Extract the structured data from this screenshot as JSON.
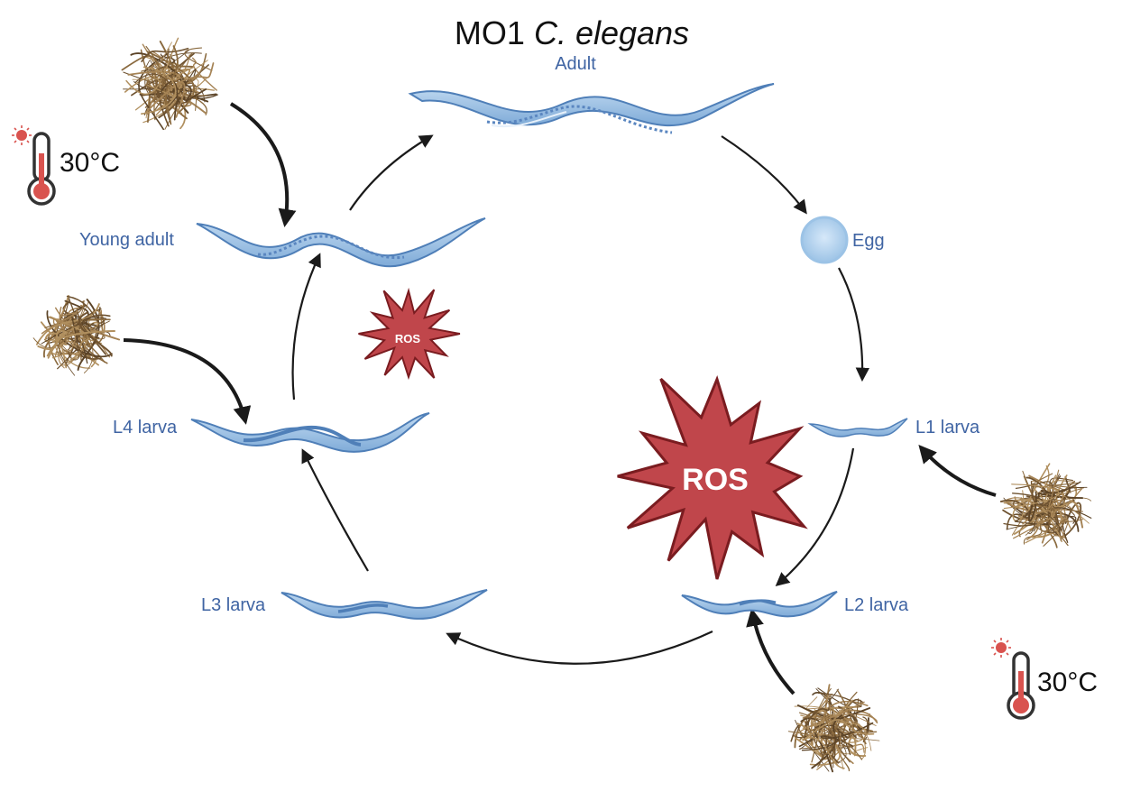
{
  "title": {
    "prefix": "MO1",
    "species": "C. elegans"
  },
  "stages": {
    "adult": "Adult",
    "egg": "Egg",
    "l1": "L1 larva",
    "l2": "L2 larva",
    "l3": "L3 larva",
    "l4": "L4 larva",
    "young_adult": "Young adult"
  },
  "ros": {
    "large": "ROS",
    "small": "ROS"
  },
  "temperature": {
    "top_left": "30°C",
    "bottom_right": "30°C"
  },
  "colors": {
    "label": "#3f64a3",
    "worm_fill": "#9cc3e6",
    "worm_stroke": "#4f7fb8",
    "ros_fill": "#c0464b",
    "ros_stroke": "#7a1c20",
    "arrow": "#1a1a1a",
    "fiber": "#8a6a3f",
    "thermometer": "#d9534f"
  }
}
